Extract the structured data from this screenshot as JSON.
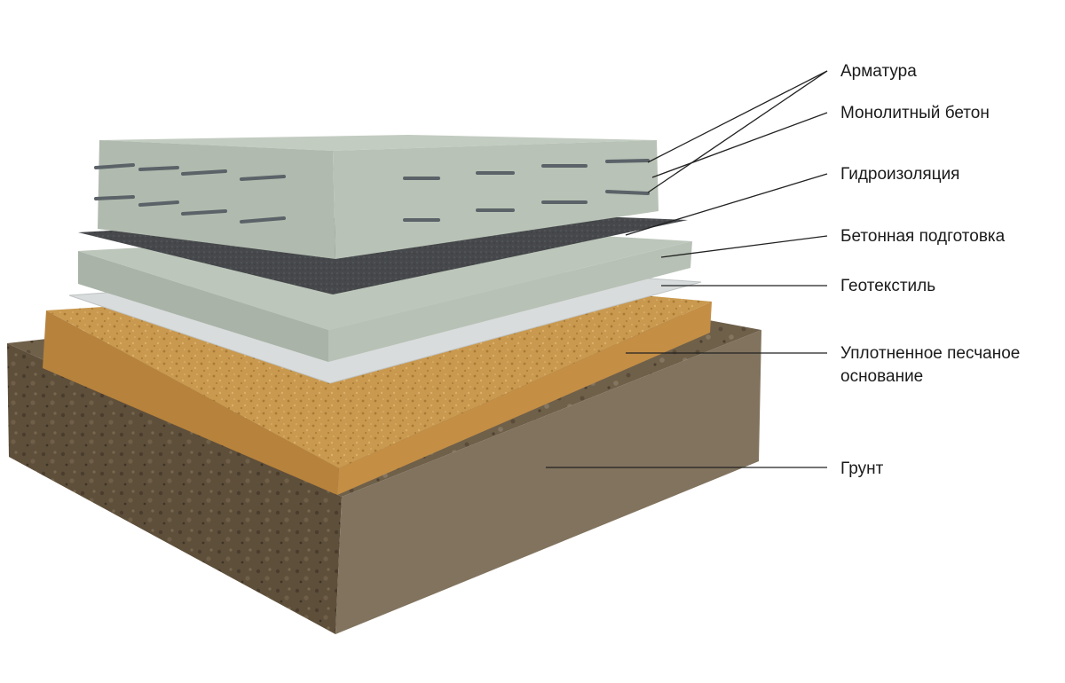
{
  "labels": {
    "rebar": "Арматура",
    "concrete": "Монолитный бетон",
    "waterproofing": "Гидроизоляция",
    "concrete_prep": "Бетонная подготовка",
    "geotextile": "Геотекстиль",
    "sand_line1": "Уплотненное песчаное",
    "sand_line2": "основание",
    "soil": "Грунт"
  },
  "colors": {
    "slab_top": "#b3bdb2",
    "slab_front": "#a7b1a5",
    "slab_side": "#c2cbc0",
    "membrane": "#45474a",
    "geotextile": "#d6d9d9",
    "sand_top": "#c9994f",
    "sand_front": "#b9843d",
    "soil_top": "#6b5b45",
    "soil_front": "#5a4a36",
    "soil_side": "#857660",
    "rebar": "#5b6268",
    "leader": "#222222"
  }
}
